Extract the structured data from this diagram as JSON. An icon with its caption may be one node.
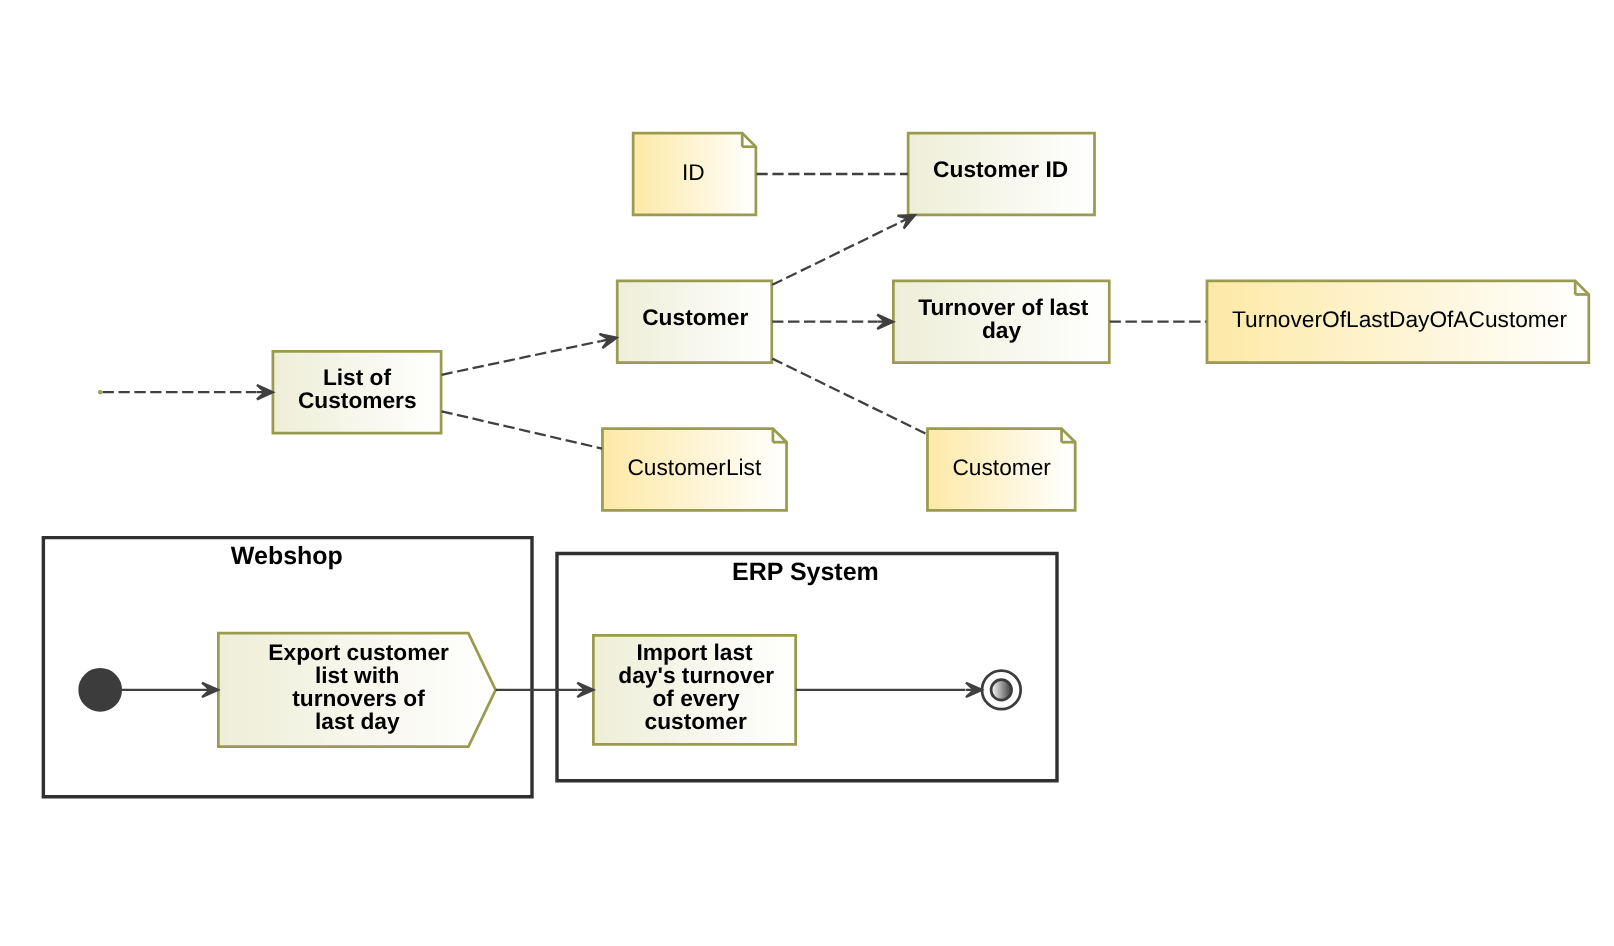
{
  "diagram": {
    "nodes": [
      {
        "text": [
          "Webshop"
        ]
      },
      {
        "text": [],
        "shape": "circle",
        "in": 0
      },
      {
        "text": [
          "Export customer list with turnovers of last day"
        ],
        "in": 0
      },
      {
        "text": [
          "ERP System"
        ]
      },
      {
        "text": [
          "Import last day's turnover of every customer"
        ],
        "in": 3
      },
      {
        "text": [],
        "shape": "circle",
        "in": 3
      },
      {
        "text": [
          "List of Customers"
        ]
      },
      {
        "text": [
          "Customer"
        ]
      },
      {
        "text": [
          "Customer ID"
        ]
      },
      {
        "text": [
          "Turnover of last day"
        ]
      },
      {
        "text": [
          "CustomerList"
        ]
      },
      {
        "text": [
          "Customer"
        ]
      },
      {
        "text": [
          "ID"
        ]
      },
      {
        "text": [
          "TurnoverOfLastDayOfACustomer"
        ]
      }
    ],
    "edges": [
      {
        "from": 1,
        "to": 2,
        "arrow": "to"
      },
      {
        "from": 2,
        "to": 4,
        "arrow": "to"
      },
      {
        "from": 4,
        "to": 5,
        "arrow": "to"
      },
      {
        "from": null,
        "to": 6,
        "arrow": "to",
        "style": "dashed"
      },
      {
        "from": 6,
        "to": 7,
        "arrow": "to",
        "style": "dashed"
      },
      {
        "from": 7,
        "to": 8,
        "arrow": "to",
        "style": "dashed"
      },
      {
        "from": 7,
        "to": 9,
        "arrow": "to",
        "style": "dashed"
      },
      {
        "from": 6,
        "to": 10,
        "arrow": "none",
        "style": "dashed"
      },
      {
        "from": 7,
        "to": 11,
        "arrow": "none",
        "style": "dashed"
      },
      {
        "from": 12,
        "to": 8,
        "arrow": "none",
        "style": "dashed"
      },
      {
        "from": 9,
        "to": 13,
        "arrow": "none",
        "style": "dashed"
      }
    ]
  }
}
